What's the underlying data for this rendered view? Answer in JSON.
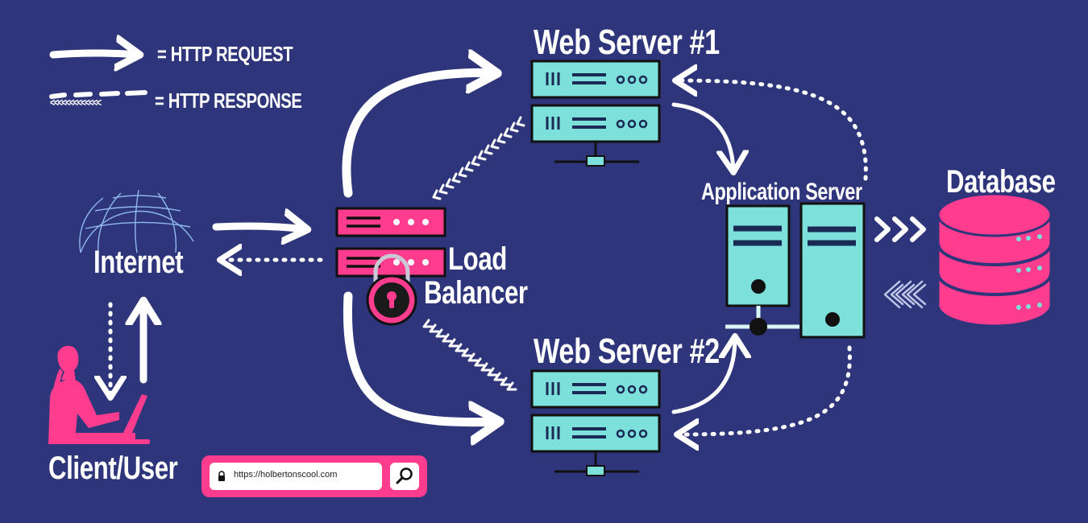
{
  "legend": {
    "request_label": "= HTTP REQUEST",
    "response_label": "= HTTP RESPONSE",
    "response_glyphs": "<<<<<<<<<<<<<"
  },
  "nodes": {
    "web_server_1": "Web Server #1",
    "web_server_2": "Web Server #2",
    "app_server": "Application Server",
    "database": "Database",
    "internet": "Internet",
    "load_balancer_line1": "Load",
    "load_balancer_line2": "Balancer",
    "client": "Client/User"
  },
  "search": {
    "url": "https://holbertonscool.com"
  },
  "colors": {
    "background": "#2e357b",
    "server_teal": "#7de0da",
    "accent_pink": "#ff3c8e",
    "line": "#ffffff"
  },
  "icons": {
    "lock": "lock-icon",
    "globe": "globe-icon",
    "search": "search-icon",
    "person": "person-at-laptop-icon",
    "database": "database-icon"
  }
}
